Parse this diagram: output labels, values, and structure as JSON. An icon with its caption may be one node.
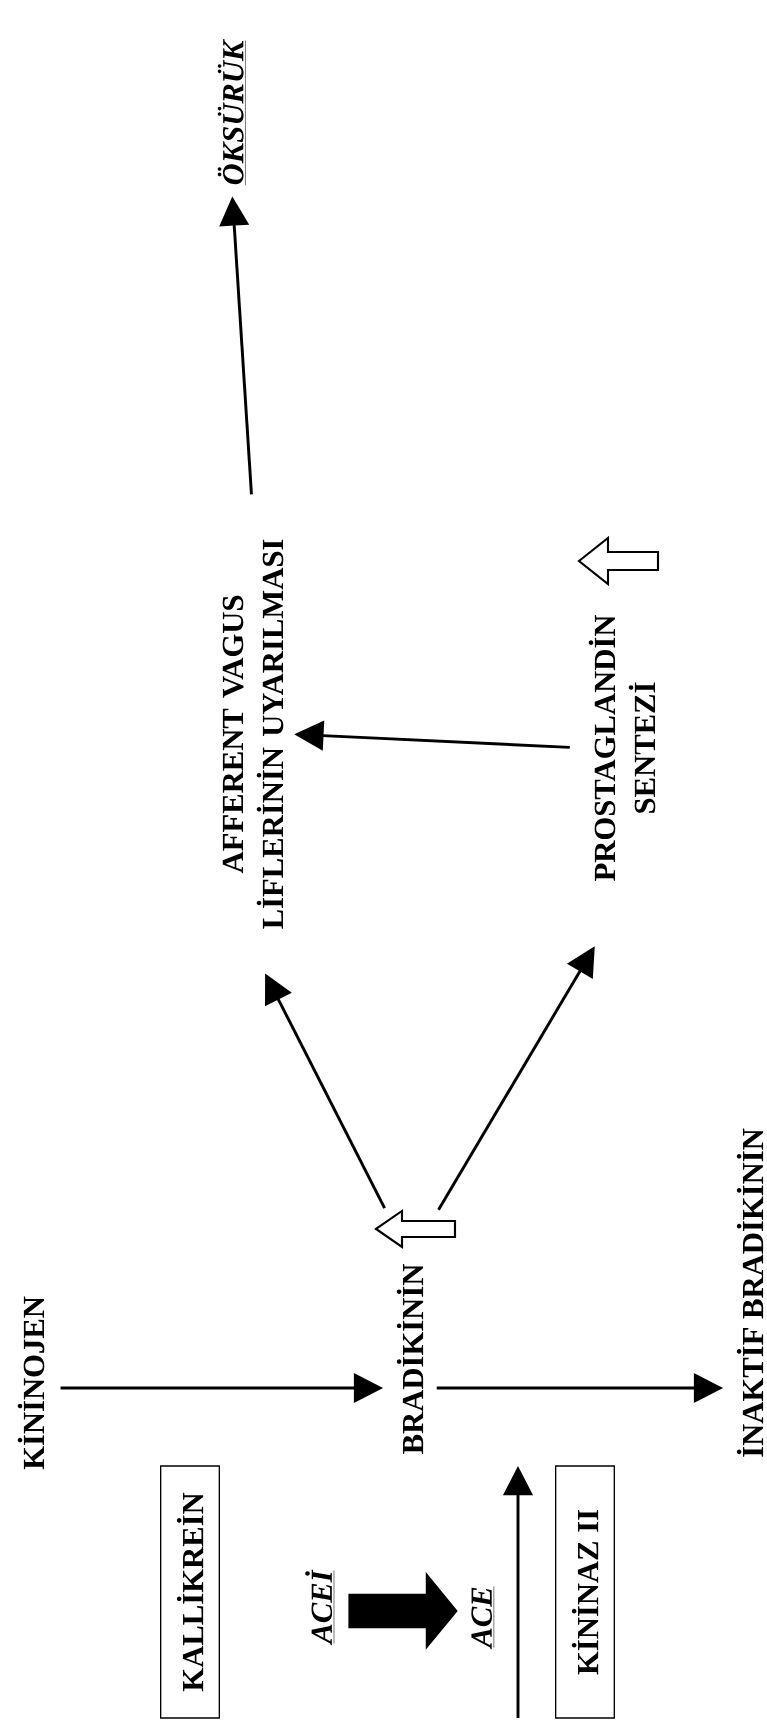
{
  "diagram": {
    "nodes": [
      {
        "text": [
          "ÖKSÜRÜK"
        ]
      },
      {
        "text": [
          "AFFERENT VAGUS LİFLERİNİN UYARILMASI"
        ]
      },
      {
        "text": [
          "PROSTAGLANDİN SENTEZİ"
        ]
      },
      {
        "text": [
          "KİNİNOJEN"
        ]
      },
      {
        "text": [
          "BRADİKİNİN"
        ]
      },
      {
        "text": [
          "İNAKTİF BRADİKİNİN"
        ]
      },
      {
        "text": [
          "KALLİKREİN"
        ]
      },
      {
        "text": [
          "ACEİ"
        ]
      },
      {
        "text": [
          "ACE"
        ]
      },
      {
        "text": [
          "KİNİNAZ II"
        ]
      }
    ],
    "edges": [
      {
        "from": 1,
        "to": 0,
        "arrow": "to"
      },
      {
        "from": 2,
        "to": 1,
        "arrow": "to"
      },
      {
        "from": 4,
        "to": 1,
        "arrow": "to"
      },
      {
        "from": 4,
        "to": 2,
        "arrow": "to"
      },
      {
        "from": 3,
        "to": 4,
        "arrow": "to"
      },
      {
        "from": 4,
        "to": 5,
        "arrow": "to"
      },
      {
        "from": 7,
        "to": 8,
        "arrow": "to",
        "style": "thick"
      }
    ]
  }
}
